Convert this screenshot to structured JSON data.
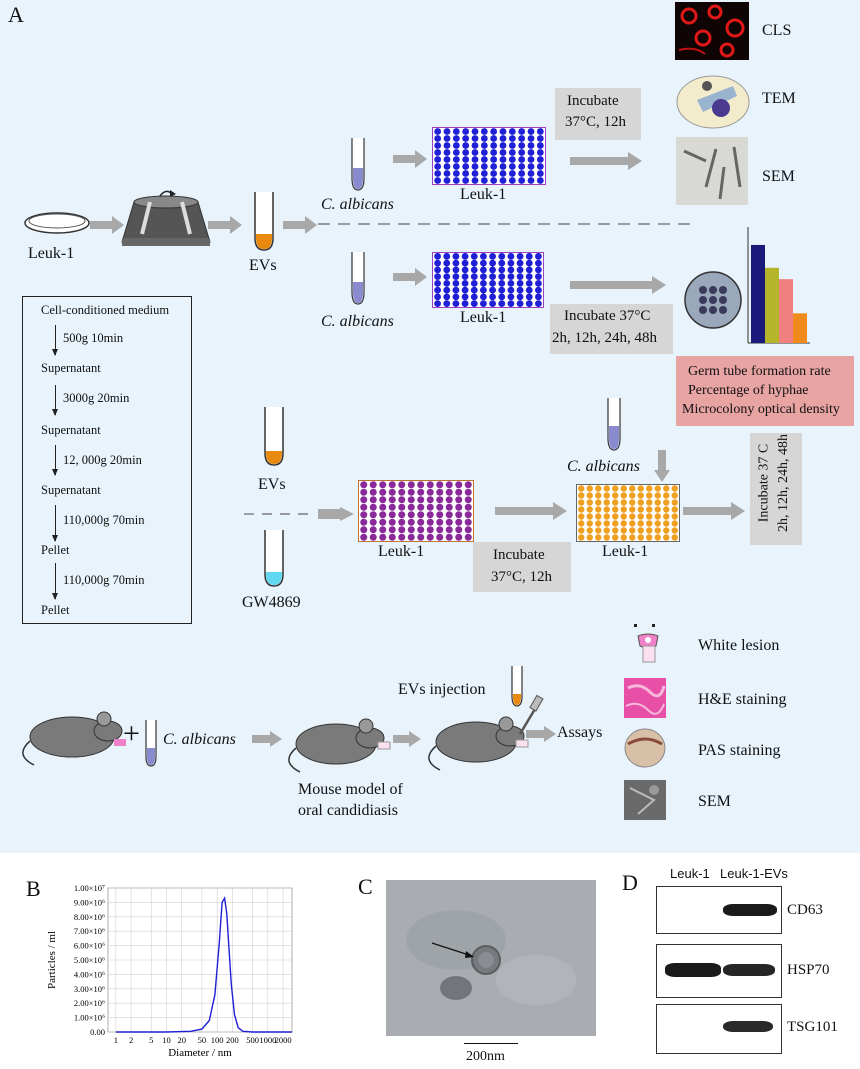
{
  "panels": {
    "a": "A",
    "b": "B",
    "c": "C",
    "d": "D"
  },
  "panelA": {
    "leuk1_dish_label": "Leuk-1",
    "evs_tube_label": "EVs",
    "top_branch": {
      "candida_label": "C. albicans",
      "plate_label": "Leuk-1",
      "incubate_line1": "Incubate",
      "incubate_line2": "37°C, 12h",
      "outputs": [
        "CLS",
        "TEM",
        "SEM"
      ]
    },
    "mid_branch": {
      "candida_label": "C. albicans",
      "plate_label": "Leuk-1",
      "incubate_line1": "Incubate 37°C",
      "incubate_line2": "2h, 12h, 24h, 48h",
      "results": [
        "Germ tube formation rate",
        "Percentage of hyphae",
        "Microcolony optical density"
      ],
      "bar_colors": [
        "#1a1a7a",
        "#b5b52a",
        "#f08080",
        "#f08a1a"
      ]
    },
    "protocol": {
      "start": "Cell-conditioned medium",
      "spins": [
        "500g  10min",
        "3000g  20min",
        "12, 000g  20min",
        "110,000g 70min",
        "110,000g 70min"
      ],
      "products": [
        "Supernatant",
        "Supernatant",
        "Supernatant",
        "Pellet",
        "Pellet"
      ]
    },
    "inhibition_branch": {
      "evs_label": "EVs",
      "gw_label": "GW4869",
      "plate1_label": "Leuk-1",
      "incubate_line1": "Incubate",
      "incubate_line2": "37°C, 12h",
      "candida_label": "C. albicans",
      "plate2_label": "Leuk-1",
      "vertical_line1": "Incubate 37 C",
      "vertical_line2": "2h, 12h, 24h, 48h"
    },
    "mouse_branch": {
      "candida_label": "C. albicans",
      "plus": "+",
      "model_line1": "Mouse model of",
      "model_line2": "oral candidiasis",
      "injection_label": "EVs injection",
      "assays_label": "Assays",
      "assays": [
        "White lesion",
        "H&E staining",
        "PAS staining",
        "SEM"
      ]
    },
    "colors": {
      "background": "#e8f3fb",
      "grey_box": "#d6d6d6",
      "pink_box": "#e8a3a3",
      "arrow": "#a8a8a8",
      "plate_blue": "#1f1fd6",
      "plate_purple": "#8a2a9a",
      "plate_orange": "#f0a020",
      "tube_orange": "#e88a10",
      "tube_purple": "#8a8ad0",
      "tube_cyan": "#60d8f0"
    }
  },
  "panelB": {
    "chart_data": {
      "type": "line",
      "ylabel": "Particles / ml",
      "xlabel": "Diameter / nm",
      "x_ticks": [
        "1",
        "2",
        "5",
        "10",
        "20",
        "50",
        "100",
        "200",
        "500",
        "1000",
        "2000"
      ],
      "y_ticks": [
        "0.00",
        "1.00×10⁶",
        "2.00×10⁶",
        "3.00×10⁶",
        "4.00×10⁶",
        "5.00×10⁶",
        "6.00×10⁶",
        "7.00×10⁶",
        "8.00×10⁶",
        "9.00×10⁶",
        "1.00×10⁷"
      ],
      "ylim": [
        0,
        10000000
      ],
      "x_log": true,
      "grid": true,
      "series": [
        {
          "color": "#1f1fd6",
          "x": [
            1,
            10,
            30,
            50,
            70,
            90,
            110,
            125,
            140,
            155,
            170,
            190,
            220,
            260,
            320,
            500,
            1000,
            2000,
            3000
          ],
          "y": [
            0,
            0,
            50000,
            200000,
            800000,
            2600000,
            6200000,
            9000000,
            9300000,
            8200000,
            6000000,
            3300000,
            1200000,
            300000,
            50000,
            0,
            0,
            0,
            0
          ]
        }
      ]
    }
  },
  "panelC": {
    "scale_label": "200nm"
  },
  "panelD": {
    "columns": [
      "Leuk-1",
      "Leuk-1-EVs"
    ],
    "rows": [
      "CD63",
      "HSP70",
      "TSG101"
    ]
  }
}
